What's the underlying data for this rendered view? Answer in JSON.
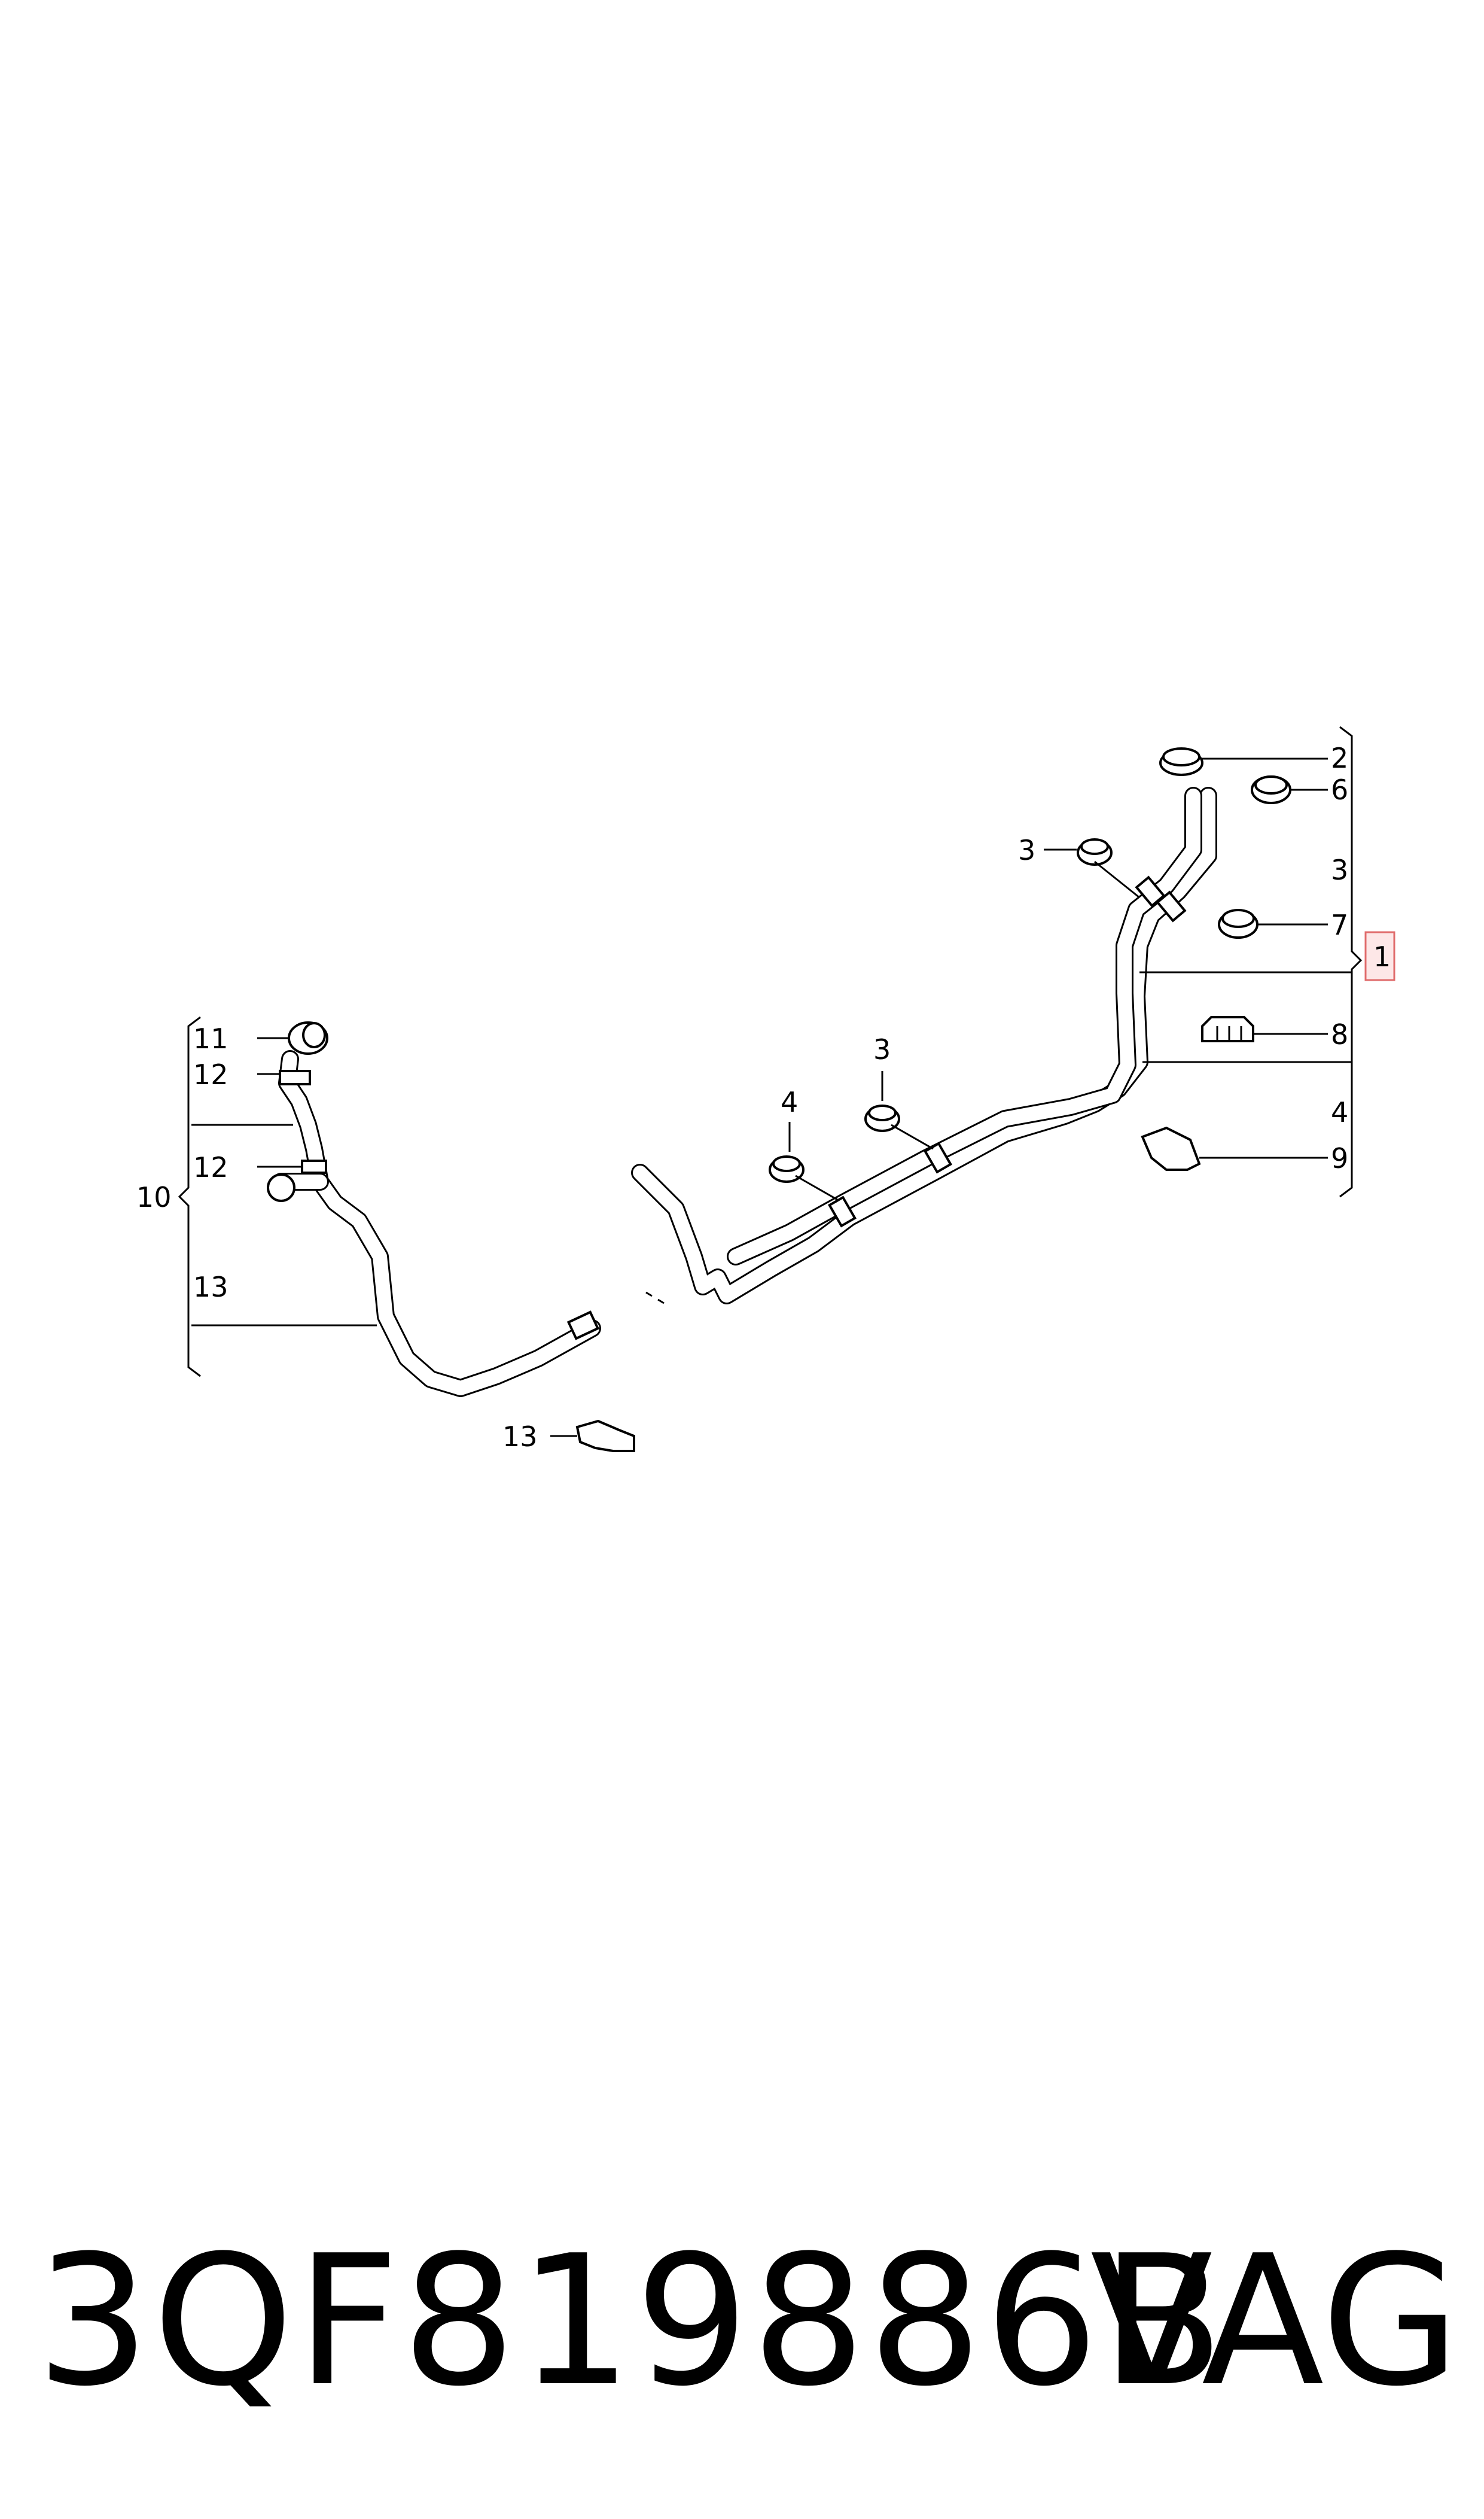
{
  "diagram": {
    "callouts": {
      "c1": "1",
      "c2": "2",
      "c3_top_left": "3",
      "c3_right": "3",
      "c3_center": "3",
      "c4_left": "4",
      "c4_right": "4",
      "c6": "6",
      "c7": "7",
      "c8": "8",
      "c9": "9",
      "c10": "10",
      "c11": "11",
      "c12_top": "12",
      "c12_bottom": "12",
      "c13_bracket": "13",
      "c13_clip": "13"
    },
    "highlight_color": "#e06b6b"
  },
  "footer": {
    "part_number": "3QF819886B",
    "brand": "VAG"
  }
}
